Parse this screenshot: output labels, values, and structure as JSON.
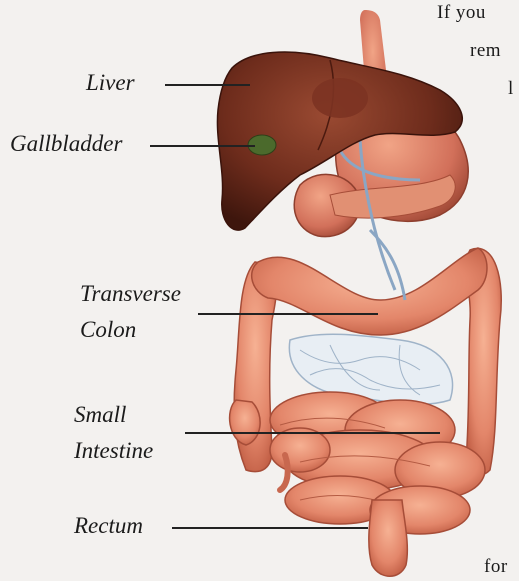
{
  "page_text": {
    "line1": "If  you",
    "line2": "rem",
    "line3": "l",
    "line4": "for"
  },
  "labels": {
    "liver": "Liver",
    "gallbladder": "Gallbladder",
    "transverse_colon_line1": "Transverse",
    "transverse_colon_line2": "Colon",
    "small_intestine_line1": "Small",
    "small_intestine_line2": "Intestine",
    "rectum": "Rectum"
  },
  "colors": {
    "liver": "#6e2c1c",
    "stomach": "#d97a5e",
    "intestine": "#e48a6a",
    "mesentery": "#9fb3c8",
    "background": "#f3f1ef"
  }
}
